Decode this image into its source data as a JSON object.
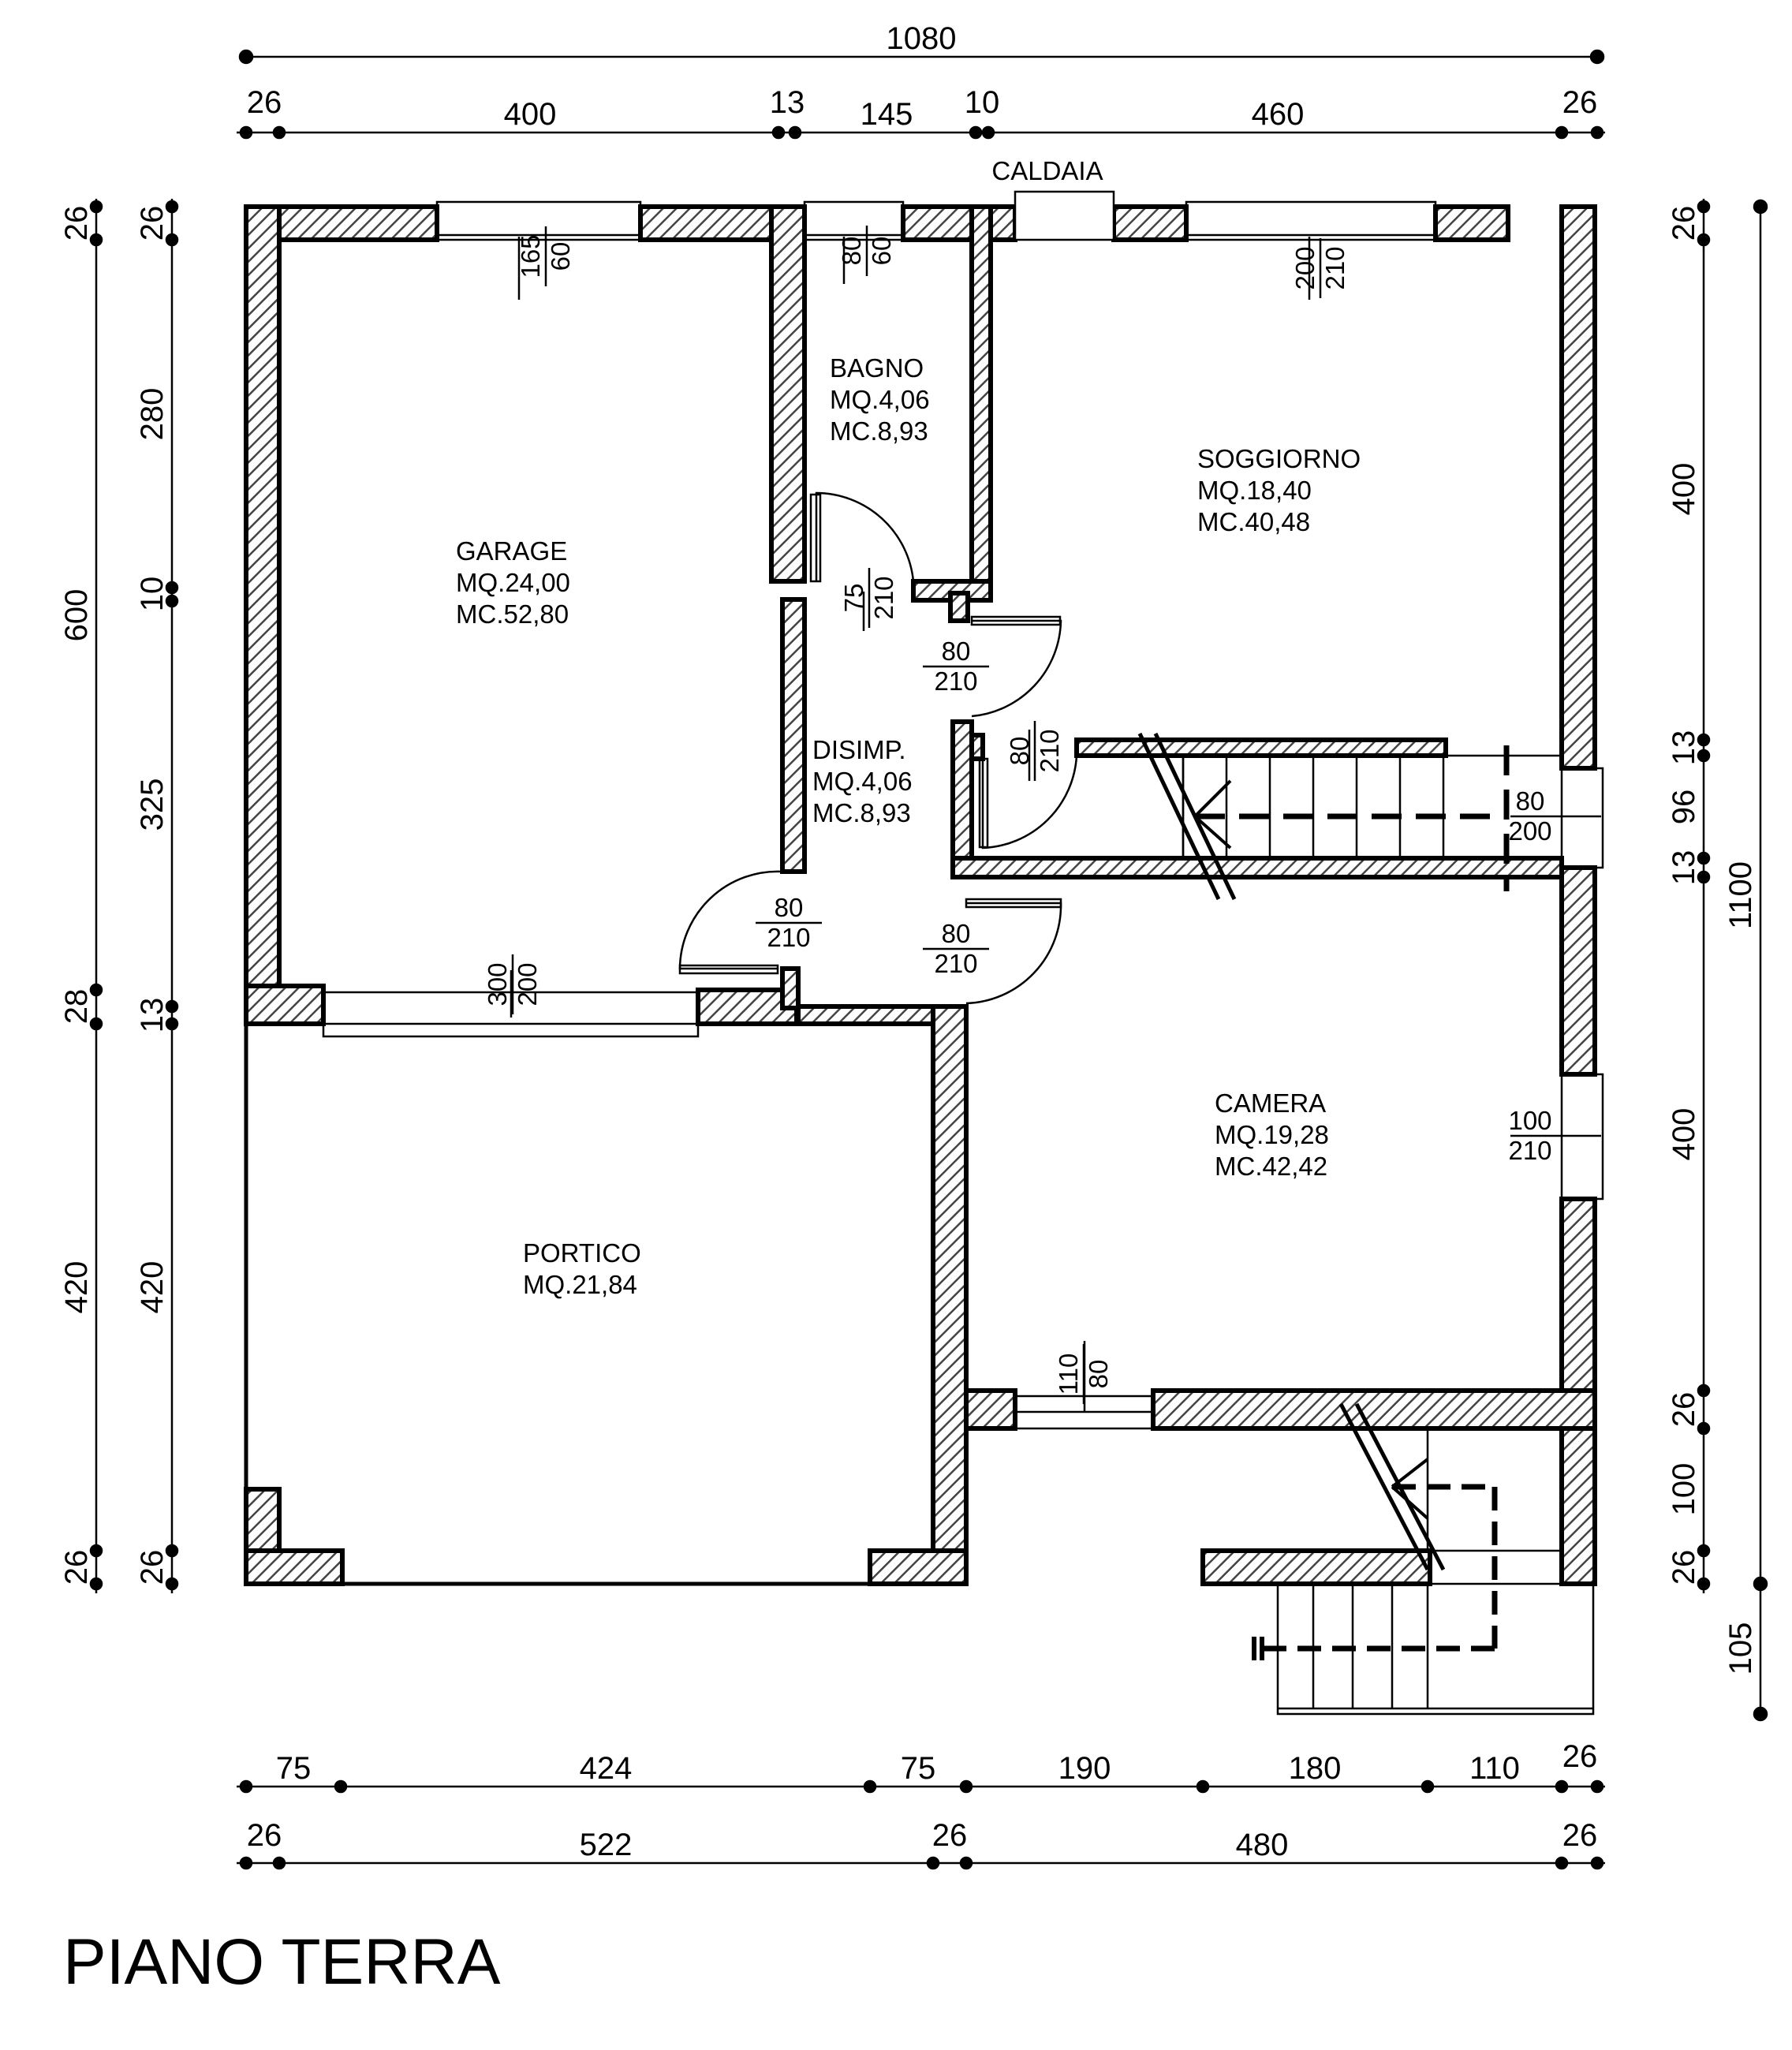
{
  "title": "PIANO TERRA",
  "boiler_label": "CALDAIA",
  "rooms": {
    "garage": {
      "name": "GARAGE",
      "area": "MQ.24,00",
      "volume": "MC.52,80"
    },
    "bagno": {
      "name": "BAGNO",
      "area": "MQ.4,06",
      "volume": "MC.8,93"
    },
    "soggiorno": {
      "name": "SOGGIORNO",
      "area": "MQ.18,40",
      "volume": "MC.40,48"
    },
    "disimp": {
      "name": "DISIMP.",
      "area": "MQ.4,06",
      "volume": "MC.8,93"
    },
    "camera": {
      "name": "CAMERA",
      "area": "MQ.19,28",
      "volume": "MC.42,42"
    },
    "portico": {
      "name": "PORTICO",
      "area": "MQ.21,84"
    }
  },
  "openings": {
    "garage_window": {
      "w": "165",
      "h": "60"
    },
    "bagno_window": {
      "w": "80",
      "h": "60"
    },
    "soggiorno_window": {
      "w": "200",
      "h": "210"
    },
    "bagno_door": {
      "w": "75",
      "h": "210"
    },
    "soggiorno_door": {
      "w": "80",
      "h": "210"
    },
    "stair_door": {
      "w": "80",
      "h": "210"
    },
    "garage_door_int": {
      "w": "80",
      "h": "210"
    },
    "camera_door": {
      "w": "80",
      "h": "210"
    },
    "garage_gate": {
      "w": "300",
      "h": "200"
    },
    "stair_window": {
      "w": "80",
      "h": "200"
    },
    "camera_window": {
      "w": "100",
      "h": "210"
    },
    "camera_rear_door": {
      "w": "110",
      "h": "80"
    }
  },
  "dimensions": {
    "top_total": "1080",
    "top_row": [
      "26",
      "400",
      "13",
      "145",
      "10",
      "460",
      "26"
    ],
    "bottom_row1": [
      "75",
      "424",
      "75",
      "190",
      "180",
      "110",
      "26"
    ],
    "bottom_row2": [
      "26",
      "522",
      "26",
      "480",
      "26"
    ],
    "left_outer": [
      "26",
      "600",
      "28",
      "420",
      "26"
    ],
    "left_inner": [
      "26",
      "280",
      "10",
      "325",
      "13",
      "420",
      "26"
    ],
    "right_inner": [
      "26",
      "400",
      "13",
      "96",
      "13",
      "400",
      "26",
      "100",
      "26",
      "105"
    ],
    "right_total": "1100"
  }
}
